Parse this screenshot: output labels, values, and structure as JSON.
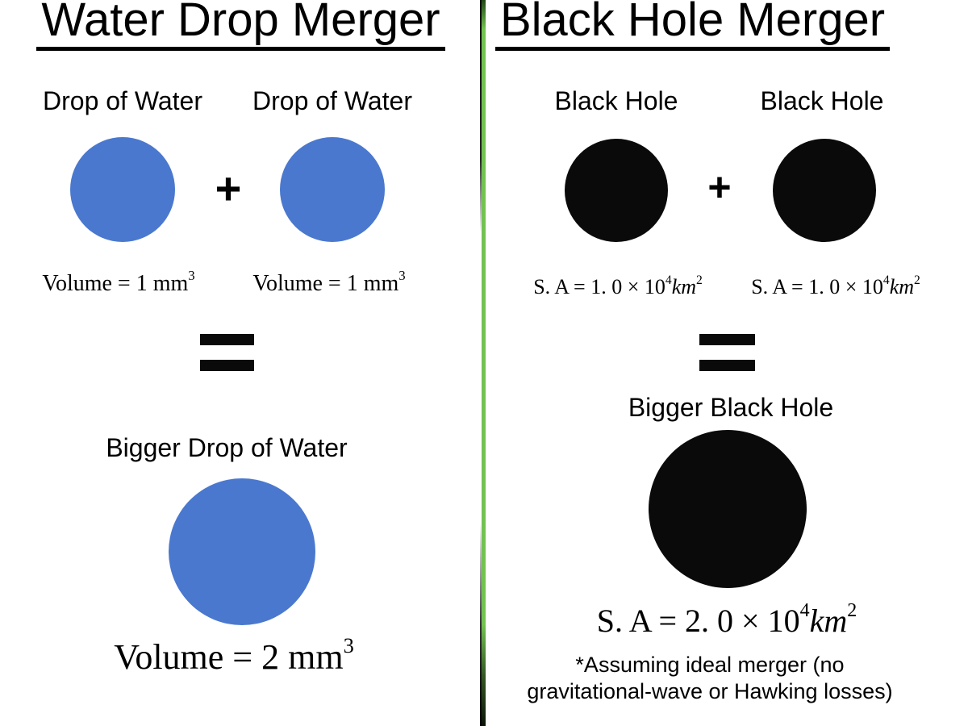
{
  "colors": {
    "water_blue": "#4a78ce",
    "hole_black": "#0a0a0a",
    "divider_green": "#72c24f"
  },
  "left_panel": {
    "title": "Water Drop Merger",
    "drop1": {
      "label": "Drop of Water",
      "volume_base": "Volume = 1 mm",
      "volume_exp": "3"
    },
    "drop2": {
      "label": "Drop of Water",
      "volume_base": "Volume = 1 mm",
      "volume_exp": "3"
    },
    "plus": "+",
    "equals": "=",
    "result": {
      "label": "Bigger Drop of Water",
      "volume_base": "Volume = 2 mm",
      "volume_exp": "3"
    }
  },
  "right_panel": {
    "title": "Black Hole Merger",
    "hole1": {
      "label": "Black Hole",
      "sa_base": "S. A = 1. 0 × 10",
      "sa_exp1": "4",
      "sa_unit": "km",
      "sa_exp2": "2"
    },
    "hole2": {
      "label": "Black Hole",
      "sa_base": "S. A = 1. 0 × 10",
      "sa_exp1": "4",
      "sa_unit": "km",
      "sa_exp2": "2"
    },
    "plus": "+",
    "equals": "=",
    "result": {
      "label": "Bigger Black Hole",
      "sa_base": "S. A = 2. 0 × 10",
      "sa_exp1": "4",
      "sa_unit": "km",
      "sa_exp2": "2"
    },
    "footnote_line1": "*Assuming ideal merger (no",
    "footnote_line2": "gravitational-wave or Hawking losses)"
  }
}
